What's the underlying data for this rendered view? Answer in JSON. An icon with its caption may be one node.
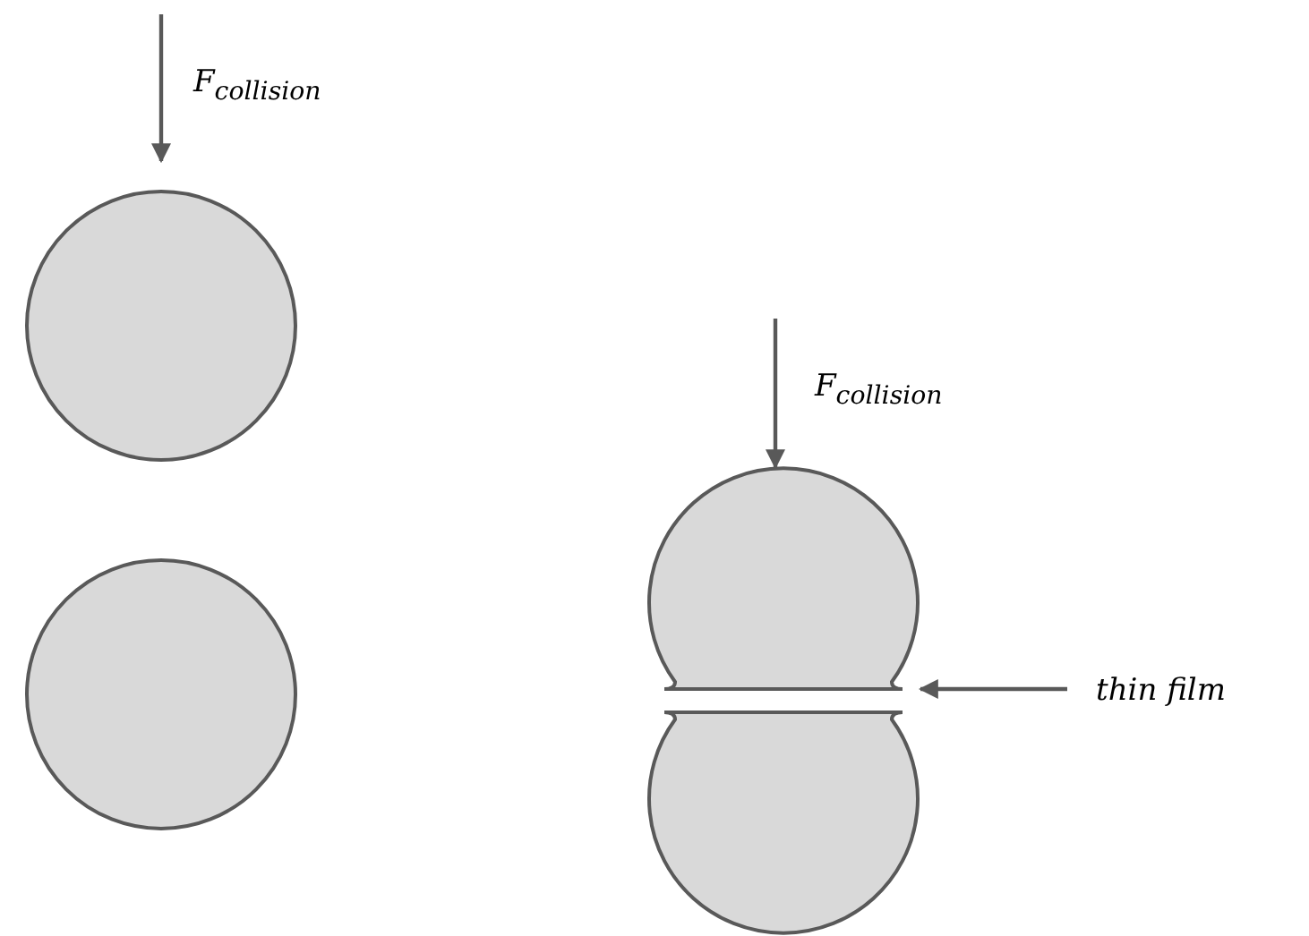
{
  "diagram": {
    "nodes": [
      {
        "text": [],
        "shape": "circle"
      },
      {
        "text": [],
        "shape": "circle"
      },
      {
        "text": [],
        "shape": "circle"
      },
      {
        "text": [],
        "shape": "circle"
      },
      {
        "text": [
          "thin film"
        ]
      }
    ],
    "edges": [
      {
        "from": 4,
        "to": 2,
        "arrow": "to"
      }
    ],
    "labels": [
      "F$_{collision}$",
      "F$_{collision}$"
    ]
  }
}
